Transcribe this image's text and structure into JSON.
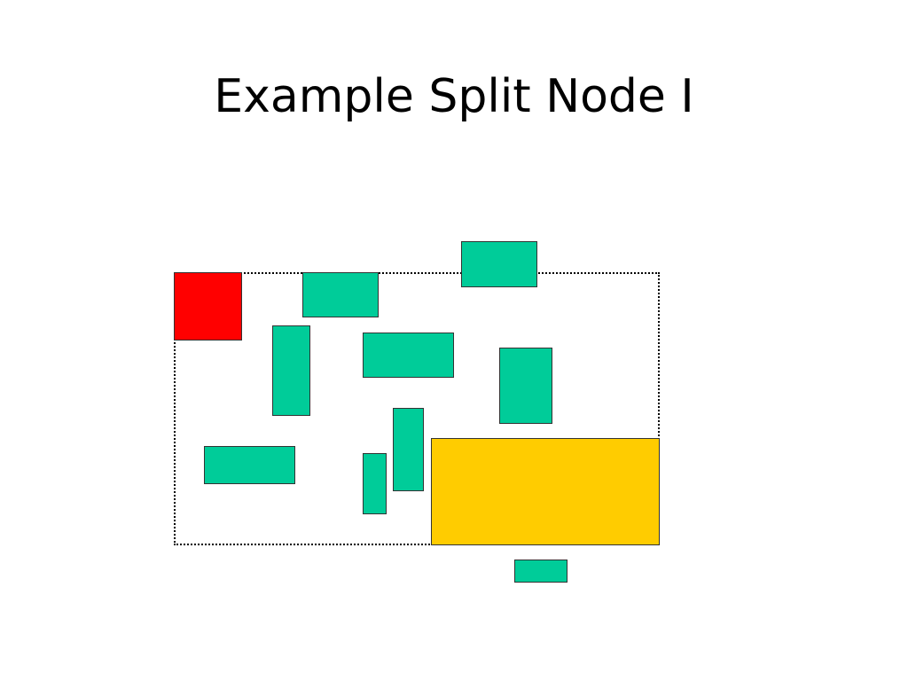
{
  "slide": {
    "title": "Example Split Node I"
  },
  "colors": {
    "green": "#00cc99",
    "red": "#ff0000",
    "yellow": "#ffcc00",
    "background": "#ffffff"
  },
  "shapes": {
    "selected_rect": {
      "color": "red"
    },
    "split_rect": {
      "color": "yellow"
    },
    "other_rects": {
      "count": 9,
      "color": "green"
    }
  }
}
